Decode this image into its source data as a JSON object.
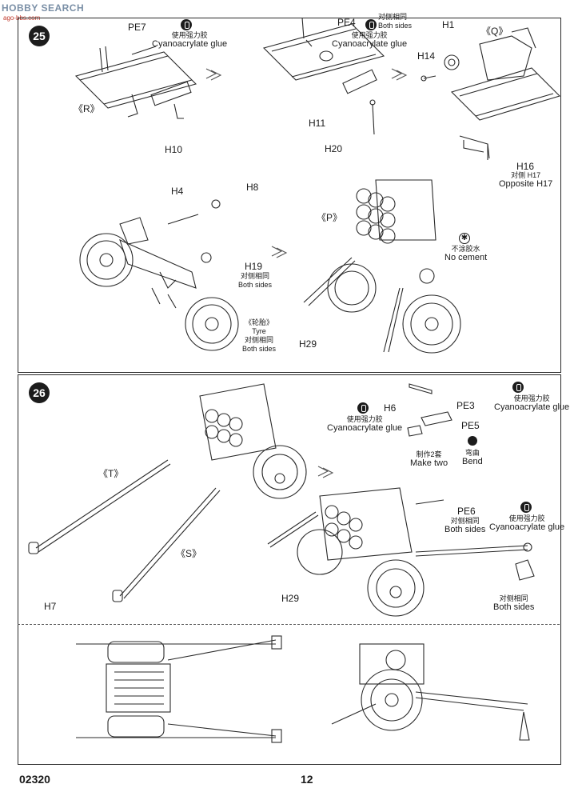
{
  "header": {
    "watermark": "HOBBY SEARCH",
    "watermark_sub": "ago-bbs.com"
  },
  "step25": {
    "number": "25",
    "labels": {
      "pe7": "PE7",
      "r": "《R》",
      "h10": "H10",
      "pe4": "PE4",
      "h11": "H11",
      "h20": "H20",
      "h1": "H1",
      "q": "《Q》",
      "h14": "H14",
      "h16": "H16",
      "opp_cn": "对侧 H17",
      "opp_en": "Opposite H17",
      "h4": "H4",
      "h8": "H8",
      "h19": "H19",
      "h19_both_cn": "对侧相同",
      "h19_both_en": "Both sides",
      "tyre_cn": "《轮胎》",
      "tyre_en": "Tyre",
      "tyre_both_cn": "对侧相同",
      "tyre_both_en": "Both sides",
      "p": "《P》",
      "nocement_cn": "不涂胶水",
      "nocement_en": "No cement",
      "h29": "H29"
    },
    "glue1_cn": "使用强力胶",
    "glue1_en": "Cyanoacrylate glue",
    "glue2_cn": "使用强力胶",
    "glue2_en": "Cyanoacrylate glue",
    "pe4_both_cn": "对侧相同",
    "pe4_both_en": "Both sides"
  },
  "step26": {
    "number": "26",
    "labels": {
      "t": "《T》",
      "s": "《S》",
      "h7": "H7",
      "h29": "H29",
      "h6": "H6",
      "pe3": "PE3",
      "pe5": "PE5",
      "pe6": "PE6",
      "make_two_cn": "制作2套",
      "make_two_en": "Make two",
      "bend_cn": "弯曲",
      "bend_en": "Bend",
      "pe6_both_cn": "对侧相同",
      "pe6_both_en": "Both sides",
      "bottom_both_cn": "对侧相同",
      "bottom_both_en": "Both sides"
    },
    "glue_h6_cn": "使用强力胶",
    "glue_h6_en": "Cyanoacrylate glue",
    "glue_pe3_cn": "使用强力胶",
    "glue_pe3_en": "Cyanoacrylate glue",
    "glue_pe6_cn": "使用强力胶",
    "glue_pe6_en": "Cyanoacrylate glue"
  },
  "footer": {
    "code": "02320",
    "page": "12"
  }
}
